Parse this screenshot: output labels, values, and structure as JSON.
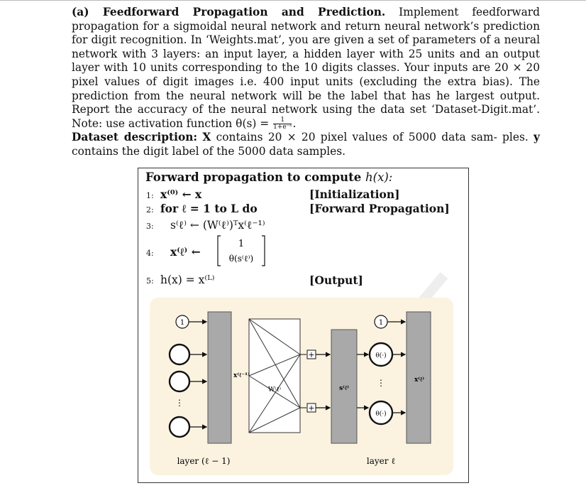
{
  "problem": {
    "title": "(a) Feedforward Propagation and Prediction.",
    "body1": "Implement feedforward propagation for a sigmoidal neural network and return neural network’s prediction for digit recognition. In ‘Weights.mat’, you are given a set of parameters of a neural network with 3 layers: an input layer, a hidden layer with 25 units and an output layer with 10 units corresponding to the 10 digits classes. Your inputs are 20 × 20 pixel values of digit images i.e. 400 input units (excluding the extra bias). The prediction from the neural network will be the label that has he largest output. Report the accuracy of the neural network using the data set ‘Dataset-Digit.mat’. Note: use activation function θ(s) =",
    "frac_num": "1",
    "frac_den": "1+e⁻ˢ",
    "body1_end": ".",
    "dataset_label": "Dataset description:",
    "dataset_text_a": "X",
    "dataset_text_b": "contains 20 × 20 pixel values of 5000 data sam- ples.",
    "dataset_text_c": "y",
    "dataset_text_d": "contains the digit label of the 5000 data samples."
  },
  "algorithm": {
    "title": "Forward propagation to compute",
    "title_math": "h(x):",
    "steps": [
      {
        "num": "1:",
        "text": "x⁽⁰⁾ ← x",
        "tag": "[Initialization]"
      },
      {
        "num": "2:",
        "text": "for ℓ = 1 to L  do",
        "tag": "[Forward Propagation]"
      },
      {
        "num": "3:",
        "text": "s⁽ℓ⁾ ← (W⁽ℓ⁾)ᵀx⁽ℓ⁻¹⁾",
        "tag": ""
      },
      {
        "num": "4:",
        "text": "x⁽ℓ⁾ ←",
        "tag": ""
      },
      {
        "num": "5:",
        "text": "h(x) = x⁽ᴸ⁾",
        "tag": "[Output]"
      }
    ],
    "vec_top": "1",
    "vec_bottom": "θ(s⁽ℓ⁾)"
  },
  "diagram": {
    "bias_label": "1",
    "x_prev_label": "x⁽ℓ⁻¹⁾",
    "w_label": "W⁽ℓ⁾",
    "s_label": "s⁽ℓ⁾",
    "theta_label": "θ(·)",
    "x_label": "x⁽ℓ⁾",
    "dots": "⋮",
    "layer_prev_label": "layer (ℓ − 1)",
    "layer_label": "layer ℓ",
    "plus": "+"
  }
}
